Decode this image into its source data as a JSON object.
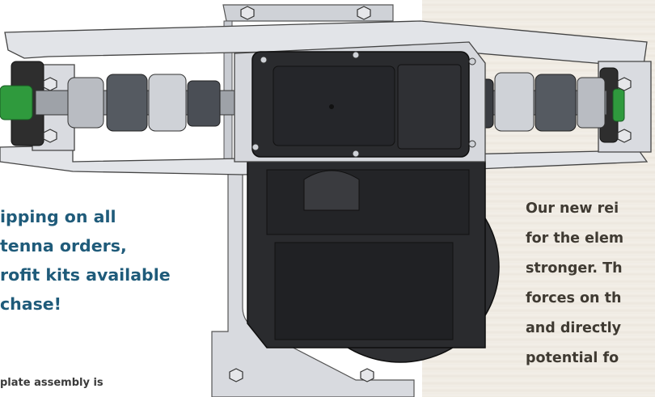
{
  "promo": {
    "lines": [
      "ipping on all",
      "tenna orders,",
      "rofit kits available",
      "chase!"
    ],
    "subtext": "plate assembly is"
  },
  "description": {
    "lines": [
      "Our new rei",
      "for the elem",
      "stronger. Th",
      "forces on th",
      "and directly",
      "potential fo"
    ]
  },
  "colors": {
    "promo_text": "#1f5b7a",
    "body_text": "#3f3a32",
    "metal": "#d7d9de",
    "housing": "#2b2b2b",
    "cable": "#2f9a3d"
  },
  "image": {
    "subject": "motor-assembly-render"
  }
}
